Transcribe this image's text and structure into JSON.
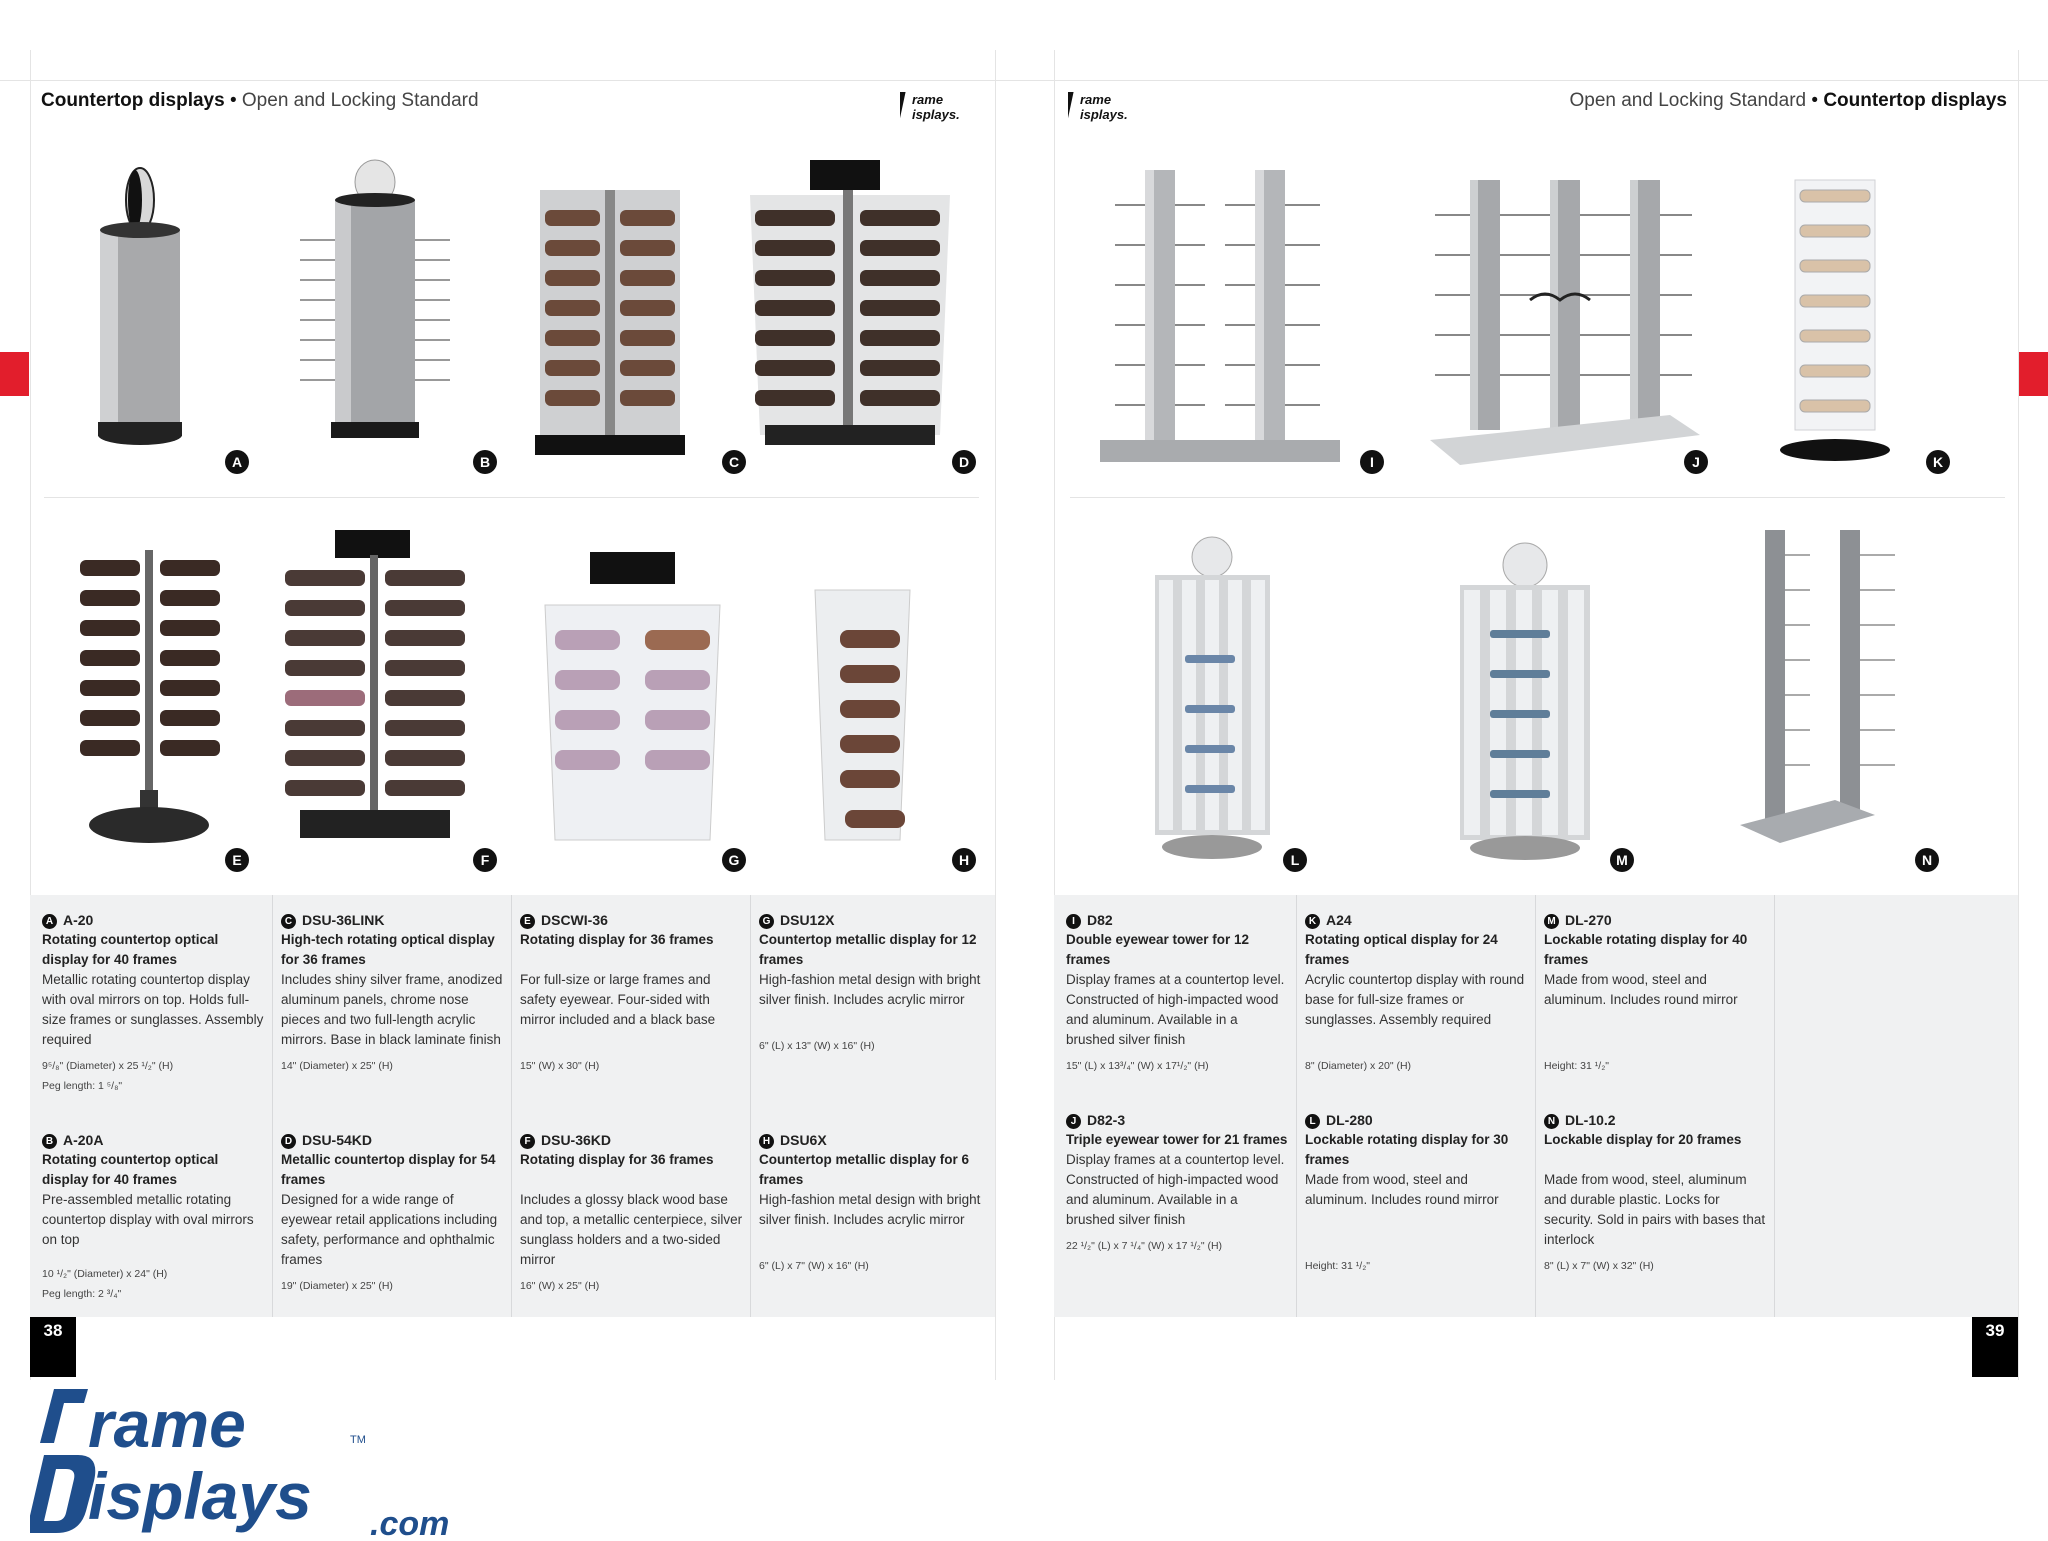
{
  "left_page": {
    "header_bold": "Countertop displays",
    "header_sep": "•",
    "header_light": "Open and Locking Standard",
    "page_number": "38"
  },
  "right_page": {
    "header_light": "Open and Locking Standard",
    "header_sep": "•",
    "header_bold": "Countertop displays",
    "page_number": "39"
  },
  "mini_logo_text": [
    "rame",
    "isplays."
  ],
  "badges": [
    "A",
    "B",
    "C",
    "D",
    "E",
    "F",
    "G",
    "H",
    "I",
    "J",
    "K",
    "L",
    "M",
    "N"
  ],
  "left_specs": [
    {
      "letter": "A",
      "code": "A-20",
      "title": "Rotating countertop optical display for 40 frames",
      "desc": "Metallic rotating countertop display with oval mirrors on top. Holds full-size frames or sunglasses. Assembly required",
      "dim": "9⁵/₈\" (Diameter) x 25 ¹/₂\" (H)",
      "peg": "Peg length: 1 ⁵/₈\""
    },
    {
      "letter": "C",
      "code": "DSU-36LINK",
      "title": "High-tech rotating optical display for 36 frames",
      "desc": "Includes shiny silver frame, anodized aluminum panels, chrome nose pieces and two full-length acrylic mirrors. Base in black laminate finish",
      "dim": "14\" (Diameter) x 25\" (H)",
      "peg": ""
    },
    {
      "letter": "E",
      "code": "DSCWI-36",
      "title": "Rotating display for 36 frames",
      "desc": "For full-size or large frames and safety eyewear. Four-sided with mirror included and a black base",
      "dim": "15\" (W) x 30\" (H)",
      "peg": ""
    },
    {
      "letter": "G",
      "code": "DSU12X",
      "title": "Countertop metallic display for 12 frames",
      "desc": "High-fashion metal design with bright silver finish. Includes acrylic mirror",
      "dim": "6\" (L) x 13\" (W) x 16\" (H)",
      "peg": ""
    },
    {
      "letter": "B",
      "code": "A-20A",
      "title": "Rotating countertop optical display for 40 frames",
      "desc": "Pre-assembled metallic rotating countertop display with oval mirrors on top",
      "dim": "10 ¹/₂\" (Diameter) x 24\" (H)",
      "peg": "Peg length: 2 ³/₄\""
    },
    {
      "letter": "D",
      "code": "DSU-54KD",
      "title": "Metallic countertop display for 54 frames",
      "desc": "Designed for a wide range of eyewear retail applications including safety, performance and ophthalmic frames",
      "dim": "19\" (Diameter) x 25\" (H)",
      "peg": ""
    },
    {
      "letter": "F",
      "code": "DSU-36KD",
      "title": "Rotating display for 36 frames",
      "desc": "Includes a glossy black wood base and top, a metallic centerpiece, silver sunglass holders and a two-sided mirror",
      "dim": "16\" (W) x 25\" (H)",
      "peg": ""
    },
    {
      "letter": "H",
      "code": "DSU6X",
      "title": "Countertop metallic display for 6 frames",
      "desc": "High-fashion metal design with bright silver finish. Includes acrylic mirror",
      "dim": "6\" (L) x 7\" (W) x 16\" (H)",
      "peg": ""
    }
  ],
  "right_specs": [
    {
      "letter": "I",
      "code": "D82",
      "title": "Double eyewear tower for 12 frames",
      "desc": "Display frames at a countertop level. Constructed of high-impacted wood and aluminum. Available in a brushed silver finish",
      "dim": "15\" (L) x 13³/₄\" (W) x 17¹/₂\" (H)"
    },
    {
      "letter": "K",
      "code": "A24",
      "title": "Rotating optical display for 24 frames",
      "desc": "Acrylic countertop display with round base for full-size frames or sunglasses. Assembly required",
      "dim": "8\" (Diameter) x 20\" (H)"
    },
    {
      "letter": "M",
      "code": "DL-270",
      "title": "Lockable rotating display for 40 frames",
      "desc": "Made from wood, steel and aluminum. Includes round mirror",
      "dim": "Height: 31 ¹/₂\""
    },
    {
      "letter": "J",
      "code": "D82-3",
      "title": "Triple eyewear tower for 21 frames",
      "desc": "Display frames at a countertop level. Constructed of high-impacted wood and aluminum. Available in a brushed silver finish",
      "dim": "22 ¹/₂\" (L) x 7 ¹/₄\" (W) x 17 ¹/₂\" (H)"
    },
    {
      "letter": "L",
      "code": "DL-280",
      "title": "Lockable rotating display for 30 frames",
      "desc": "Made from wood, steel and aluminum. Includes round mirror",
      "dim": "Height: 31 ¹/₂\""
    },
    {
      "letter": "N",
      "code": "DL-10.2",
      "title": "Lockable display for 20 frames",
      "desc": "Made from wood, steel, aluminum and durable plastic. Locks for security. Sold in pairs with bases that interlock",
      "dim": "8\" (L) x 7\" (W) x 32\" (H)"
    }
  ],
  "brand": {
    "line1": "rame",
    "line2": "isplays",
    "suffix": ".com",
    "tm": "TM",
    "color": "#1f4e8c"
  }
}
